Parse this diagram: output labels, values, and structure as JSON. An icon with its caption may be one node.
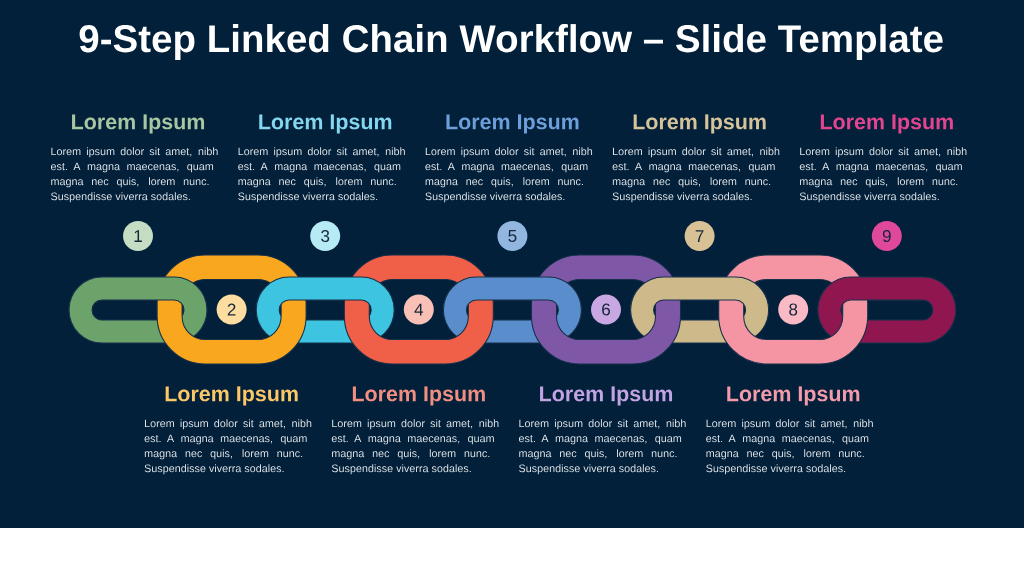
{
  "diagram": {
    "title": "9-Step Linked Chain Workflow – Slide Template",
    "nodes": [
      {
        "text": [
          "1"
        ],
        "beside": [
          "Lorem Ipsum",
          "Lorem ipsum dolor sit amet, nibh est. A magna maecenas, quam magna nec quis, lorem nunc. Suspendisse viverra sodales."
        ]
      },
      {
        "text": [
          "2"
        ],
        "beside": [
          "Lorem Ipsum",
          "Lorem ipsum dolor sit amet, nibh est. A magna maecenas, quam magna nec quis, lorem nunc. Suspendisse viverra sodales."
        ]
      },
      {
        "text": [
          "3"
        ],
        "beside": [
          "Lorem Ipsum",
          "Lorem ipsum dolor sit amet, nibh est. A magna maecenas, quam magna nec quis, lorem nunc. Suspendisse viverra sodales."
        ]
      },
      {
        "text": [
          "4"
        ],
        "beside": [
          "Lorem Ipsum",
          "Lorem ipsum dolor sit amet, nibh est. A magna maecenas, quam magna nec quis, lorem nunc. Suspendisse viverra sodales."
        ]
      },
      {
        "text": [
          "5"
        ],
        "beside": [
          "Lorem Ipsum",
          "Lorem ipsum dolor sit amet, nibh est. A magna maecenas, quam magna nec quis, lorem nunc. Suspendisse viverra sodales."
        ]
      },
      {
        "text": [
          "6"
        ],
        "beside": [
          "Lorem Ipsum",
          "Lorem ipsum dolor sit amet, nibh est. A magna maecenas, quam magna nec quis, lorem nunc. Suspendisse viverra sodales."
        ]
      },
      {
        "text": [
          "7"
        ],
        "beside": [
          "Lorem Ipsum",
          "Lorem ipsum dolor sit amet, nibh est. A magna maecenas, quam magna nec quis, lorem nunc. Suspendisse viverra sodales."
        ]
      },
      {
        "text": [
          "8"
        ],
        "beside": [
          "Lorem Ipsum",
          "Lorem ipsum dolor sit amet, nibh est. A magna maecenas, quam magna nec quis, lorem nunc. Suspendisse viverra sodales."
        ]
      },
      {
        "text": [
          "9"
        ],
        "beside": [
          "Lorem Ipsum",
          "Lorem ipsum dolor sit amet, nibh est. A magna maecenas, quam magna nec quis, lorem nunc. Suspendisse viverra sodales."
        ]
      }
    ]
  }
}
